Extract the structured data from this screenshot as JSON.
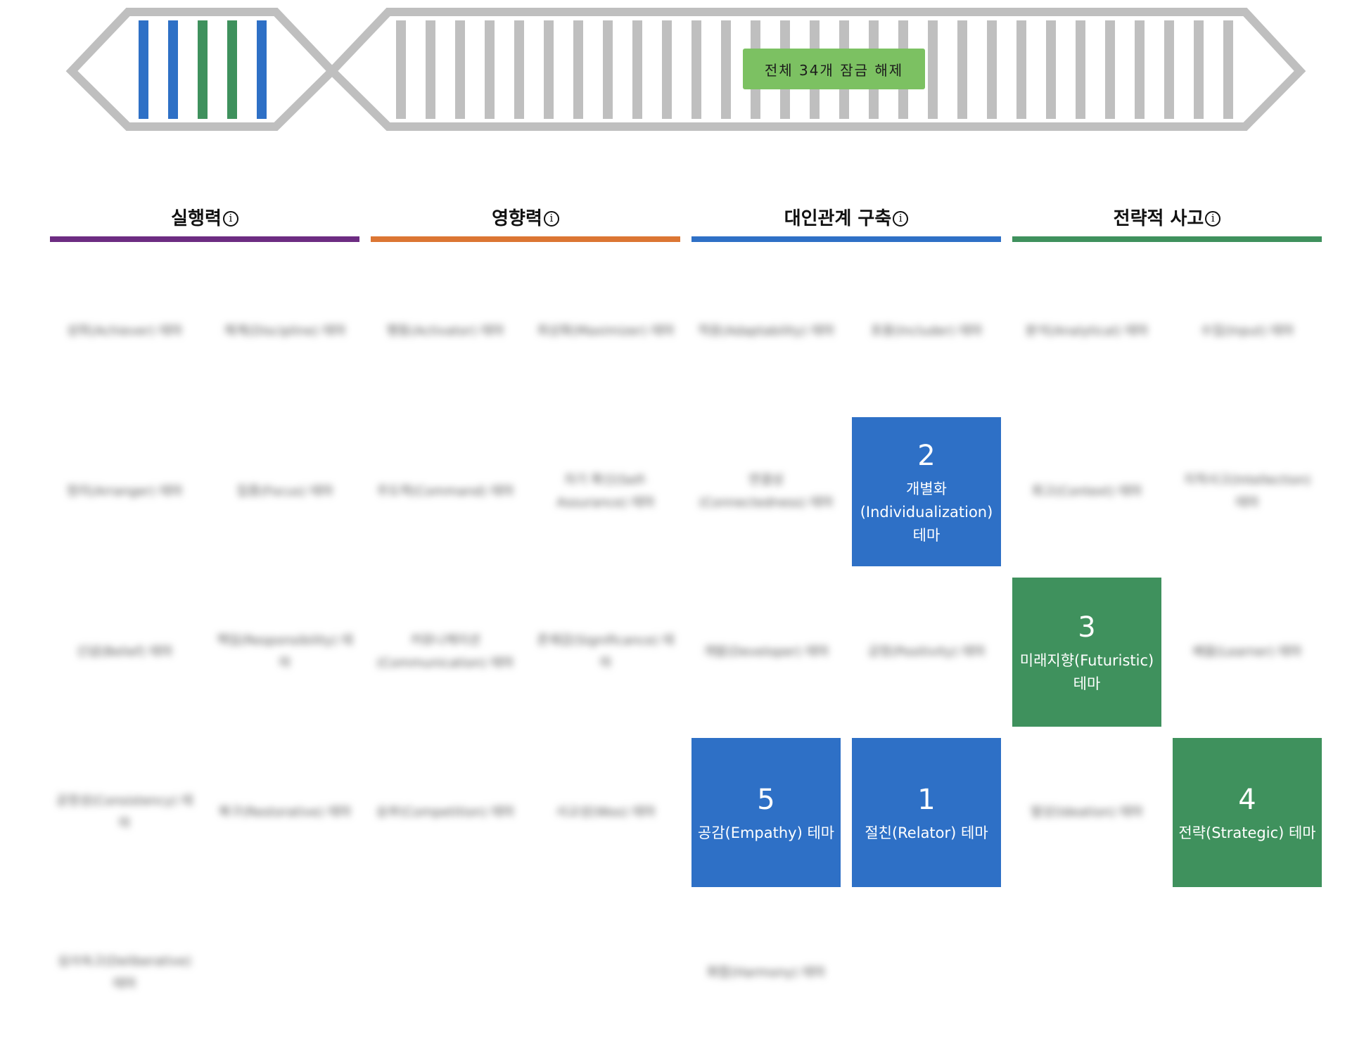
{
  "unlock_button": "전체 34개 잠금 해제",
  "colors": {
    "executing": "#6d2c82",
    "influencing": "#dc7633",
    "relationship": "#2e70c6",
    "strategic": "#3f915d",
    "locked_strand": "#bfbfbf"
  },
  "dna_top_strands": [
    "#2e70c6",
    "#2e70c6",
    "#3f915d",
    "#3f915d",
    "#2e70c6"
  ],
  "categories": [
    {
      "title": "실행력",
      "info": "i"
    },
    {
      "title": "영향력",
      "info": "i"
    },
    {
      "title": "대인관계 구축",
      "info": "i"
    },
    {
      "title": "전략적 사고",
      "info": "i"
    }
  ],
  "themes": [
    {
      "label": "성취(Achiever) 테마"
    },
    {
      "label": "체계(Discipline) 테마"
    },
    {
      "label": "행동(Activator) 테마"
    },
    {
      "label": "최상화(Maximizer) 테마"
    },
    {
      "label": "적응(Adaptability) 테마"
    },
    {
      "label": "포용(Includer) 테마"
    },
    {
      "label": "분석(Analytical) 테마"
    },
    {
      "label": "수집(Input) 테마"
    },
    {
      "label": "정리(Arranger) 테마"
    },
    {
      "label": "집중(Focus) 테마"
    },
    {
      "label": "주도력(Command) 테마"
    },
    {
      "label": "자기 확신(Self-Assurance) 테마"
    },
    {
      "label": "연결성(Connectedness) 테마"
    },
    {
      "rank": "2",
      "label": "개별화 (Individualization) 테마"
    },
    {
      "label": "회고(Context) 테마"
    },
    {
      "label": "지적사고(Intellection) 테마"
    },
    {
      "label": "신념(Belief) 테마"
    },
    {
      "label": "책임(Responsibility) 테마"
    },
    {
      "label": "커뮤니케이션(Communication) 테마"
    },
    {
      "label": "존재감(Significance) 테마"
    },
    {
      "label": "개발(Developer) 테마"
    },
    {
      "label": "긍정(Positivity) 테마"
    },
    {
      "rank": "3",
      "label": "미래지향(Futuristic) 테마"
    },
    {
      "label": "배움(Learner) 테마"
    },
    {
      "label": "공정성(Consistency) 테마"
    },
    {
      "label": "복구(Restorative) 테마"
    },
    {
      "label": "승부(Competition) 테마"
    },
    {
      "label": "사교성(Woo) 테마"
    },
    {
      "rank": "5",
      "label": "공감(Empathy) 테마"
    },
    {
      "rank": "1",
      "label": "절친(Relator) 테마"
    },
    {
      "label": "발상(Ideation) 테마"
    },
    {
      "rank": "4",
      "label": "전략(Strategic) 테마"
    },
    {
      "label": "심사숙고(Deliberative) 테마"
    },
    {
      "label": "화합(Harmony) 테마"
    }
  ]
}
